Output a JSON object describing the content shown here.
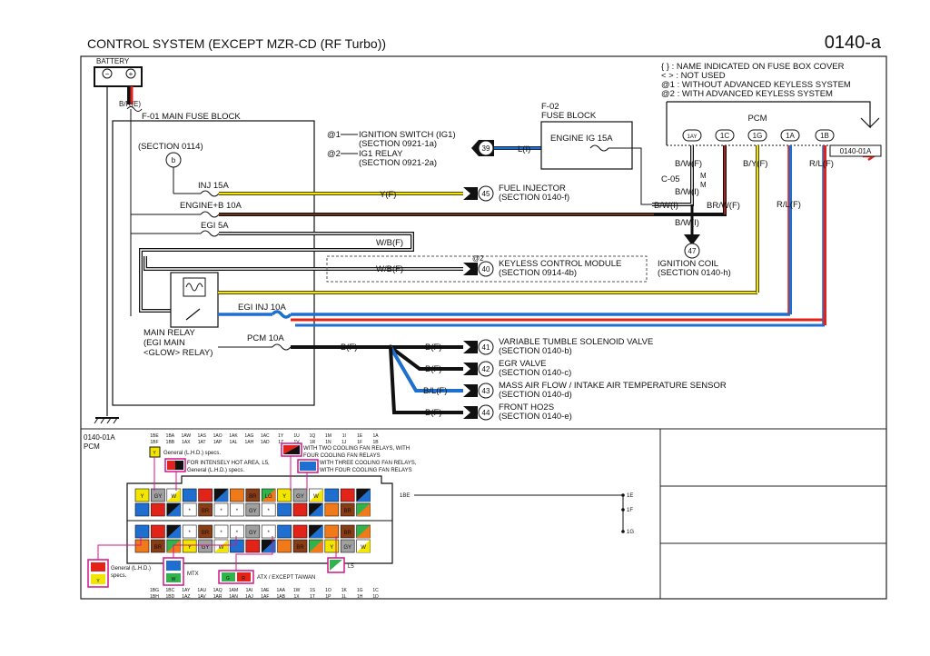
{
  "header": {
    "title": "CONTROL SYSTEM (EXCEPT MZR-CD (RF Turbo))",
    "page_code": "0140-a"
  },
  "legend": [
    "{ } : NAME INDICATED ON FUSE BOX COVER",
    "< > : NOT USED",
    "@1 : WITHOUT ADVANCED KEYLESS SYSTEM",
    "@2 : WITH ADVANCED KEYLESS SYSTEM"
  ],
  "battery": {
    "label": "BATTERY",
    "minus": "−",
    "plus": "+",
    "wire": "B/R(E)"
  },
  "main_fuse_block": {
    "label": "F-01  MAIN FUSE BLOCK",
    "section": "(SECTION 0114)",
    "connector": "b"
  },
  "fuses": {
    "inj": "INJ 15A",
    "engine_b": "ENGINE+B 10A",
    "egi": "EGI 5A",
    "egi_inj": "EGI INJ 10A",
    "pcm": "PCM 10A",
    "engine_ig": "ENGINE IG 15A"
  },
  "fuse_block_f02": {
    "id": "F-02",
    "label": "FUSE BLOCK"
  },
  "ignition": {
    "at1": "@1",
    "at2": "@2",
    "switch": "IGNITION SWITCH (IG1)",
    "switch_section": "(SECTION 0921-1a)",
    "relay": "IG1 RELAY",
    "relay_section": "(SECTION 0921-2a)",
    "conn": "39",
    "wire": "L(I)"
  },
  "main_relay": {
    "line1": "MAIN RELAY",
    "line2": "(EGI MAIN",
    "line3": "<GLOW> RELAY)"
  },
  "pcm": {
    "label": "PCM",
    "connector": "0140-01A",
    "pins": [
      "1AY",
      "1C",
      "1G",
      "1A",
      "1B"
    ]
  },
  "wires": {
    "y_f": "Y(F)",
    "wb_f": "W/B(F)",
    "wb_f2": "W/B(F)",
    "b_f": "B(F)",
    "bw_f": "B/W(F)",
    "bw_i": "B/W(I)",
    "bw_i2": "B/W(I)",
    "bw_i3": "B/W(I)",
    "brw_f": "BR/W(F)",
    "by_f": "B/Y(F)",
    "rl_f": "R/L(F)",
    "rl_f2": "R/L(F)",
    "bf_a": "B(F)",
    "bf_b": "B(F)",
    "blf": "B/L(F)",
    "bf_c": "B(F)",
    "c05": "C-05",
    "c05_pins": [
      "M",
      "M"
    ]
  },
  "destinations": [
    {
      "conn": "45",
      "name": "FUEL INJECTOR",
      "section": "(SECTION 0140-f)"
    },
    {
      "conn": "40",
      "name": "KEYLESS CONTROL MODULE",
      "section": "(SECTION 0914-4b)",
      "note": "@2"
    },
    {
      "conn": "47",
      "name": "IGNITION COIL",
      "section": "(SECTION 0140-h)"
    },
    {
      "conn": "41",
      "name": "VARIABLE TUMBLE SOLENOID VALVE",
      "section": "(SECTION 0140-b)"
    },
    {
      "conn": "42",
      "name": "EGR VALVE",
      "section": "(SECTION 0140-c)"
    },
    {
      "conn": "43",
      "name": "MASS AIR FLOW / INTAKE AIR TEMPERATURE SENSOR",
      "section": "(SECTION 0140-d)"
    },
    {
      "conn": "44",
      "name": "FRONT HO2S",
      "section": "(SECTION 0140-e)"
    }
  ],
  "connector_view": {
    "id": "0140-01A",
    "name": "PCM",
    "top_pins_row1": [
      "1BE",
      "1BA",
      "1AW",
      "1AS",
      "1AO",
      "1AK",
      "1AG",
      "1AC",
      "1Y",
      "1U",
      "1Q",
      "1M",
      "1I",
      "1E",
      "1A"
    ],
    "top_pins_row2": [
      "1BF",
      "1BB",
      "1AX",
      "1AT",
      "1AP",
      "1AL",
      "1AH",
      "1AD",
      "1Z",
      "1V",
      "1R",
      "1N",
      "1J",
      "1F",
      "1B"
    ],
    "bottom_pins_row1": [
      "1BG",
      "1BC",
      "1AY",
      "1AU",
      "1AQ",
      "1AM",
      "1AI",
      "1AE",
      "1AA",
      "1W",
      "1S",
      "1O",
      "1K",
      "1G",
      "1C"
    ],
    "bottom_pins_row2": [
      "1BH",
      "1BD",
      "1AZ",
      "1AV",
      "1AR",
      "1AN",
      "1AJ",
      "1AF",
      "1AB",
      "1X",
      "1T",
      "1P",
      "1L",
      "1H",
      "1D"
    ],
    "notes": {
      "general": "General (L.H.D.) specs.",
      "two_fan_1": "WITH TWO COOLING FAN RELAYS, WITH",
      "two_fan_2": "FOUR COOLING FAN RELAYS",
      "hot_1": "FOR INTENSELY HOT AREA, L5,",
      "hot_2": "General (L.H.D.) specs.",
      "three_fan_1": "WITH THREE COOLING FAN RELAYS,",
      "three_fan_2": "WITH FOUR COOLING FAN RELAYS",
      "mtx": "MTX",
      "atx": "ATX / EXCEPT TAIWAN",
      "l5": "L5",
      "bottom_general_1": "General (L.H.D.)",
      "bottom_general_2": "specs."
    },
    "cell_marks": {
      "y": "Y",
      "w": "W",
      "br": "BR",
      "lg": "LG",
      "gy": "GY",
      "star": "*",
      "g": "G",
      "r": "R"
    },
    "splice": {
      "in": "1BE",
      "out": [
        "1E",
        "1F",
        "1G"
      ]
    }
  },
  "colors": {
    "yellow": "#f2e600",
    "red": "#e2231a",
    "blue": "#1f6fd1",
    "black": "#111111",
    "green": "#2fb34a",
    "magenta": "#d4148a",
    "brown": "#8a3c14"
  }
}
